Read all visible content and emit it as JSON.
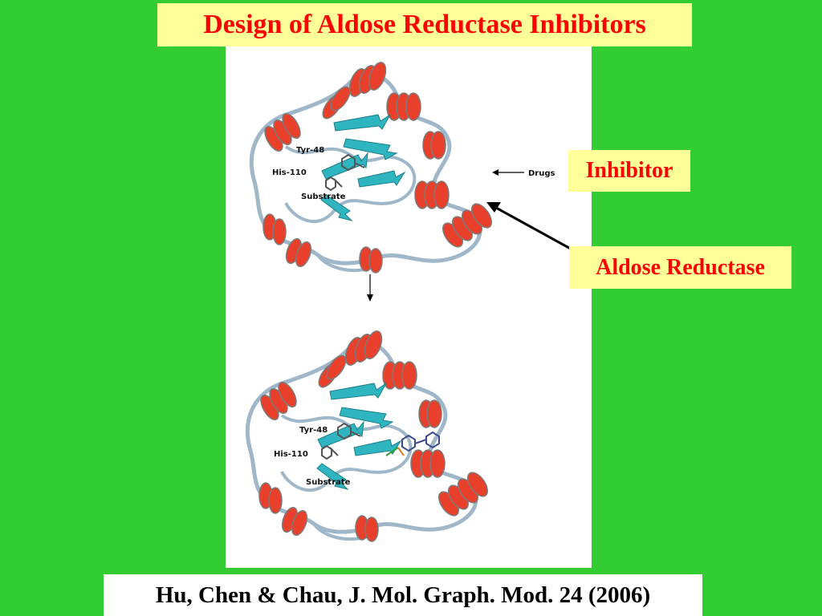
{
  "title": "Design of Aldose Reductase Inhibitors",
  "labels": {
    "inhibitor": "Inhibitor",
    "aldose_reductase": "Aldose Reductase"
  },
  "figure": {
    "top_structure": {
      "tyr": "Tyr-48",
      "his": "His-110",
      "substrate": "Substrate",
      "drugs": "Drugs"
    },
    "bottom_structure": {
      "tyr": "Tyr-48",
      "his": "His-110",
      "substrate": "Substrate"
    }
  },
  "citation": "Hu, Chen & Chau, J. Mol. Graph. Mod. 24 (2006)",
  "colors": {
    "background": "#33cc33",
    "label_bg": "#ffff99",
    "label_text": "#ff0000",
    "helix": "#e8402a",
    "sheet": "#2fb5c0",
    "coil": "#9fb7c8"
  }
}
